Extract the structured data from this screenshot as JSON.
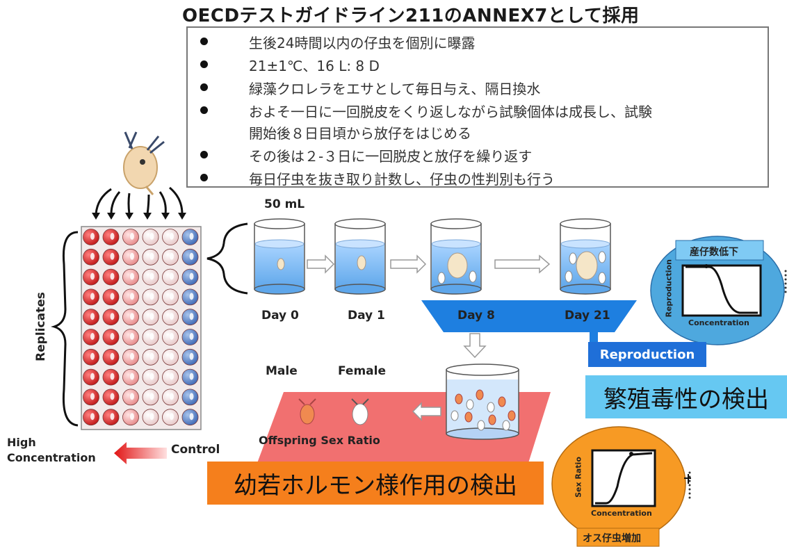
{
  "title": "OECDテストガイドライン211のANNEX7として採用",
  "bullets": [
    "生後24時間以内の仔虫を個別に曝露",
    "21±1℃、16 L: 8 D",
    "緑藻クロレラをエサとして毎日与え、隔日換水",
    "およそ一日に一回脱皮をくり返しながら試験個体は成長し、試験",
    "開始後８日目頃から放仔をはじめる",
    "その後は２-３日に一回脱皮と放仔を繰り返す",
    "毎日仔虫を抜き取り計数し、仔虫の性判別も行う"
  ],
  "volume_label": "50 mL",
  "days": [
    "Day 0",
    "Day 1",
    "Day 8",
    "Day 21"
  ],
  "replicates_label": "Replicates",
  "high_concentration_label": "High\nConcentration",
  "control_label": "Control",
  "male_label": "Male",
  "female_label": "Female",
  "offspring_sex_ratio_label": "Offspring Sex Ratio",
  "reproduction_label": "Reproduction",
  "reproductive_toxicity_label": "繁殖毒性の検出",
  "juvenile_hormone_label": "幼若ホルモン様作用の検出",
  "reproduction_chart": {
    "header": "産仔数低下",
    "xlabel": "Concentration",
    "ylabel": "Reproduction"
  },
  "sex_ratio_chart": {
    "header": "オス仔虫増加",
    "xlabel": "Concentration",
    "ylabel": "Sex Ratio"
  },
  "colors": {
    "blue_ribbon": "#1e7fe0",
    "reproduction_box": "#1f6fd8",
    "light_blue_box": "#66c8f2",
    "orange_box": "#f57f1c",
    "red_plane": "#f06060",
    "ellipse_blue": "#4ea8de",
    "ellipse_orange": "#f79a24"
  }
}
